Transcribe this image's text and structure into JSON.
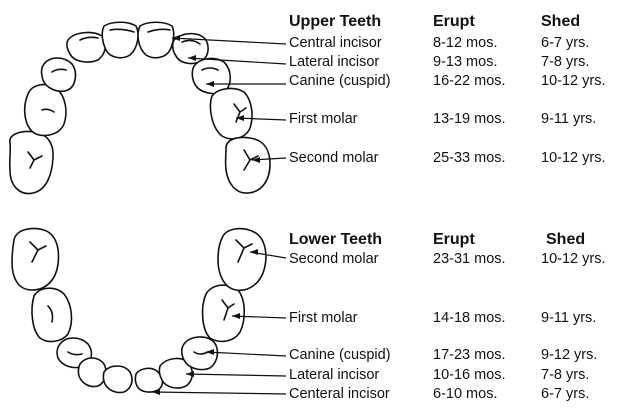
{
  "upper": {
    "title": "Upper Teeth",
    "col_erupt": "Erupt",
    "col_shed": "Shed",
    "rows": [
      {
        "name": "Central incisor",
        "erupt": "8-12 mos.",
        "shed": "6-7 yrs."
      },
      {
        "name": "Lateral incisor",
        "erupt": "9-13 mos.",
        "shed": "7-8 yrs."
      },
      {
        "name": "Canine (cuspid)",
        "erupt": "16-22 mos.",
        "shed": "10-12 yrs."
      },
      {
        "name": "First molar",
        "erupt": "13-19 mos.",
        "shed": "9-11 yrs."
      },
      {
        "name": "Second molar",
        "erupt": "25-33 mos.",
        "shed": "10-12 yrs."
      }
    ]
  },
  "lower": {
    "title": "Lower Teeth",
    "col_erupt": "Erupt",
    "col_shed": "Shed",
    "rows": [
      {
        "name": "Second molar",
        "erupt": "23-31 mos.",
        "shed": "10-12 yrs."
      },
      {
        "name": "First molar",
        "erupt": "14-18 mos.",
        "shed": "9-11 yrs."
      },
      {
        "name": "Canine (cuspid)",
        "erupt": "17-23 mos.",
        "shed": "9-12 yrs."
      },
      {
        "name": "Lateral incisor",
        "erupt": "10-16 mos.",
        "shed": "7-8 yrs."
      },
      {
        "name": "Centeral incisor",
        "erupt": "6-10 mos.",
        "shed": "6-7 yrs."
      }
    ]
  }
}
